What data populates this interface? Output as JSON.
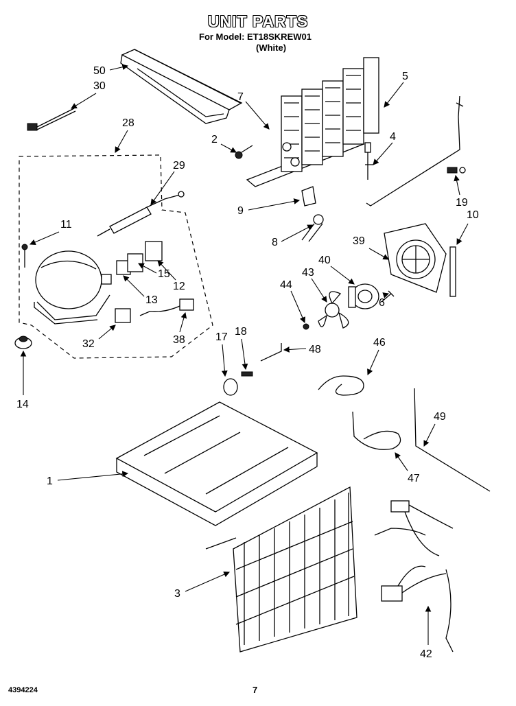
{
  "header": {
    "title": "UNIT PARTS",
    "model_line": "For Model: ET18SKREW01",
    "variant": "(White)"
  },
  "footer": {
    "doc_number": "4394224",
    "page_number": "7"
  },
  "callouts": [
    {
      "id": "c50",
      "label": "50"
    },
    {
      "id": "c30",
      "label": "30"
    },
    {
      "id": "c7",
      "label": "7"
    },
    {
      "id": "c5",
      "label": "5"
    },
    {
      "id": "c28",
      "label": "28"
    },
    {
      "id": "c2",
      "label": "2"
    },
    {
      "id": "c4",
      "label": "4"
    },
    {
      "id": "c29",
      "label": "29"
    },
    {
      "id": "c9",
      "label": "9"
    },
    {
      "id": "c19",
      "label": "19"
    },
    {
      "id": "c10",
      "label": "10"
    },
    {
      "id": "c11",
      "label": "11"
    },
    {
      "id": "c8",
      "label": "8"
    },
    {
      "id": "c39",
      "label": "39"
    },
    {
      "id": "c40",
      "label": "40"
    },
    {
      "id": "c43",
      "label": "43"
    },
    {
      "id": "c44",
      "label": "44"
    },
    {
      "id": "c15",
      "label": "15"
    },
    {
      "id": "c12",
      "label": "12"
    },
    {
      "id": "c13",
      "label": "13"
    },
    {
      "id": "c6",
      "label": "6"
    },
    {
      "id": "c32",
      "label": "32"
    },
    {
      "id": "c38",
      "label": "38"
    },
    {
      "id": "c17",
      "label": "17"
    },
    {
      "id": "c18",
      "label": "18"
    },
    {
      "id": "c46",
      "label": "46"
    },
    {
      "id": "c48",
      "label": "48"
    },
    {
      "id": "c14",
      "label": "14"
    },
    {
      "id": "c49",
      "label": "49"
    },
    {
      "id": "c1",
      "label": "1"
    },
    {
      "id": "c47",
      "label": "47"
    },
    {
      "id": "c3",
      "label": "3"
    },
    {
      "id": "c42",
      "label": "42"
    }
  ]
}
